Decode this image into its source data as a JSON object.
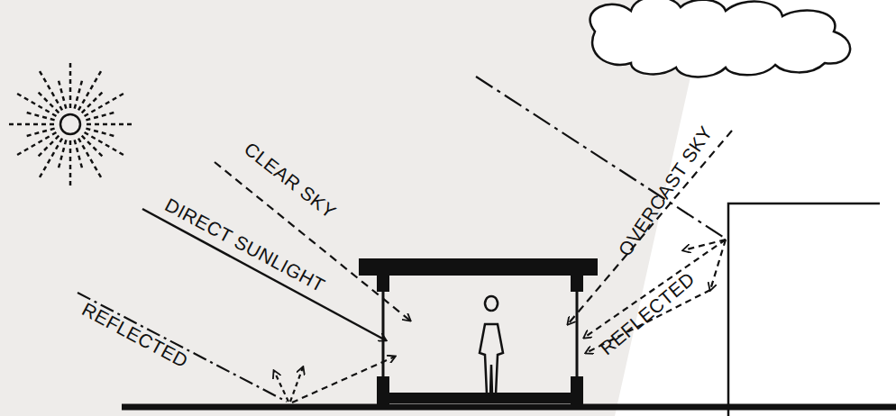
{
  "diagram": {
    "labels": [
      "CLEAR SKY",
      "DIRECT SUNLIGHT",
      "REFLECTED",
      "OVERCAST SKY",
      "REFLECTED"
    ]
  }
}
